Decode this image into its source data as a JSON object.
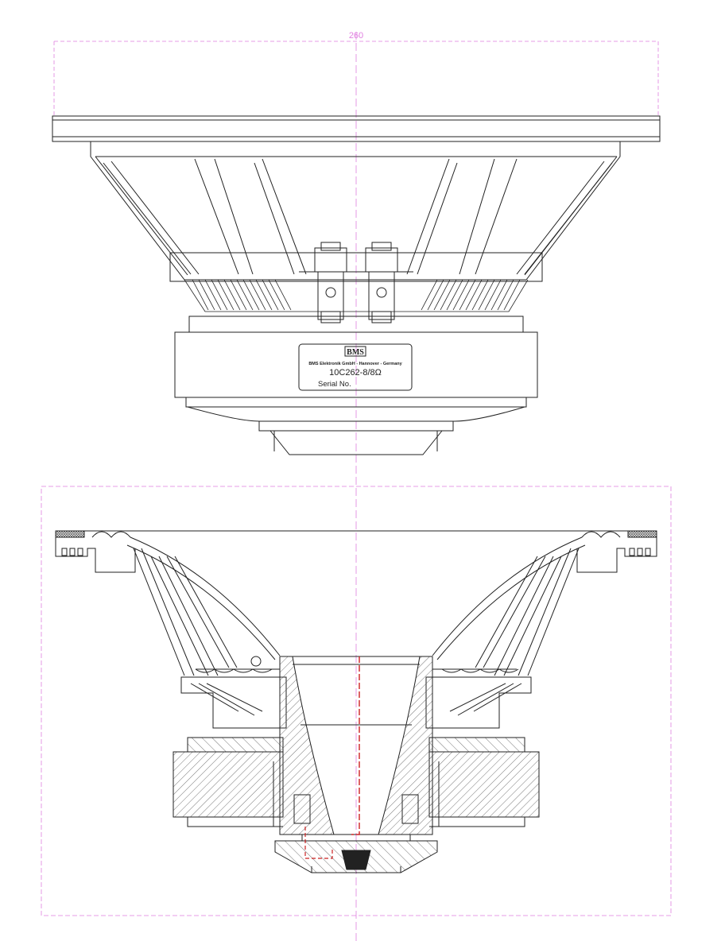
{
  "dimension": {
    "value": "260"
  },
  "label": {
    "brand": "BMS",
    "company": "BMS Elektronik GmbH - Hannover - Germany",
    "model": "10C262-8/8Ω",
    "serial": "Serial No."
  },
  "colors": {
    "line": "#222222",
    "dimension": "#e07fe0",
    "centerline": "#e07fe0",
    "horn_path": "#cc2222",
    "hatch": "#555555"
  }
}
